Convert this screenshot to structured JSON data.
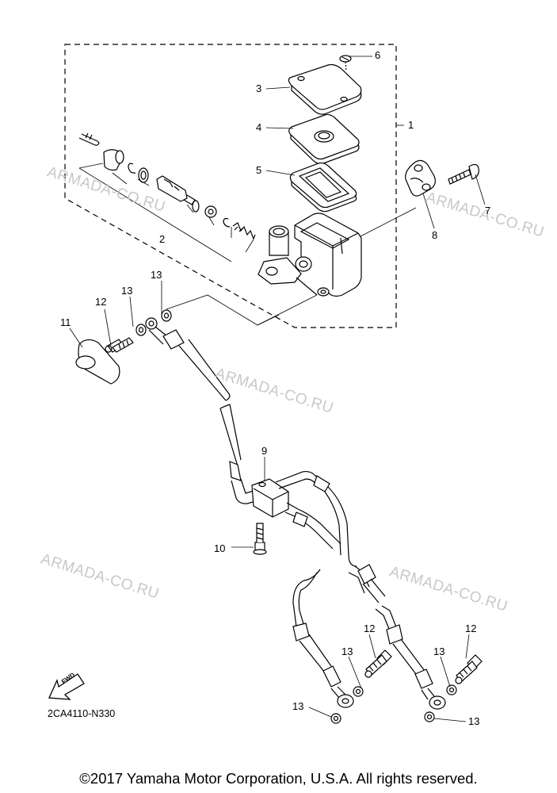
{
  "diagram": {
    "code": "2CA4110-N330",
    "copyright": "©2017 Yamaha Motor Corporation, U.S.A. All rights reserved.",
    "fwd_label": "FWD",
    "watermark": "ARMADA-CO.RU",
    "callouts": [
      "1",
      "2",
      "3",
      "4",
      "5",
      "6",
      "7",
      "8",
      "9",
      "10",
      "11",
      "12",
      "13"
    ]
  }
}
